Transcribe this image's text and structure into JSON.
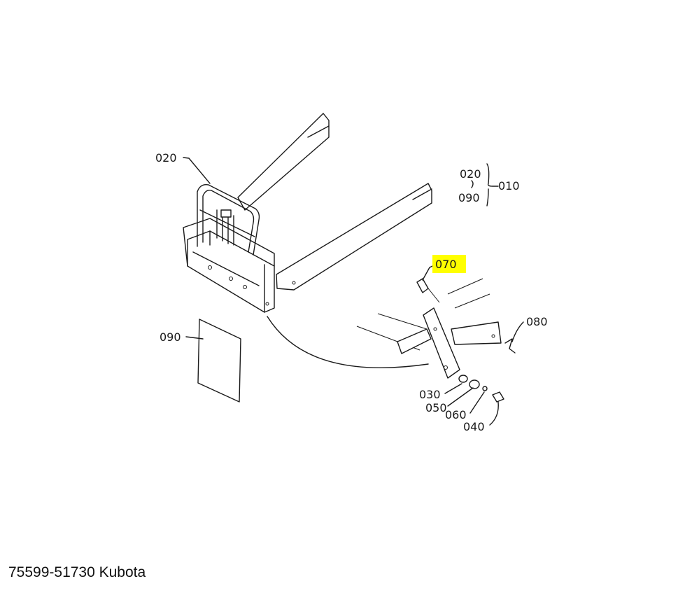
{
  "diagram": {
    "labels": {
      "p020": "020",
      "p090": "090",
      "p070": "070",
      "p080": "080",
      "p030": "030",
      "p050": "050",
      "p060": "060",
      "p040": "040",
      "legend_020": "020",
      "legend_090": "090",
      "legend_010": "010"
    },
    "highlight_color": "#ffff00"
  },
  "caption": "75599-51730 Kubota"
}
